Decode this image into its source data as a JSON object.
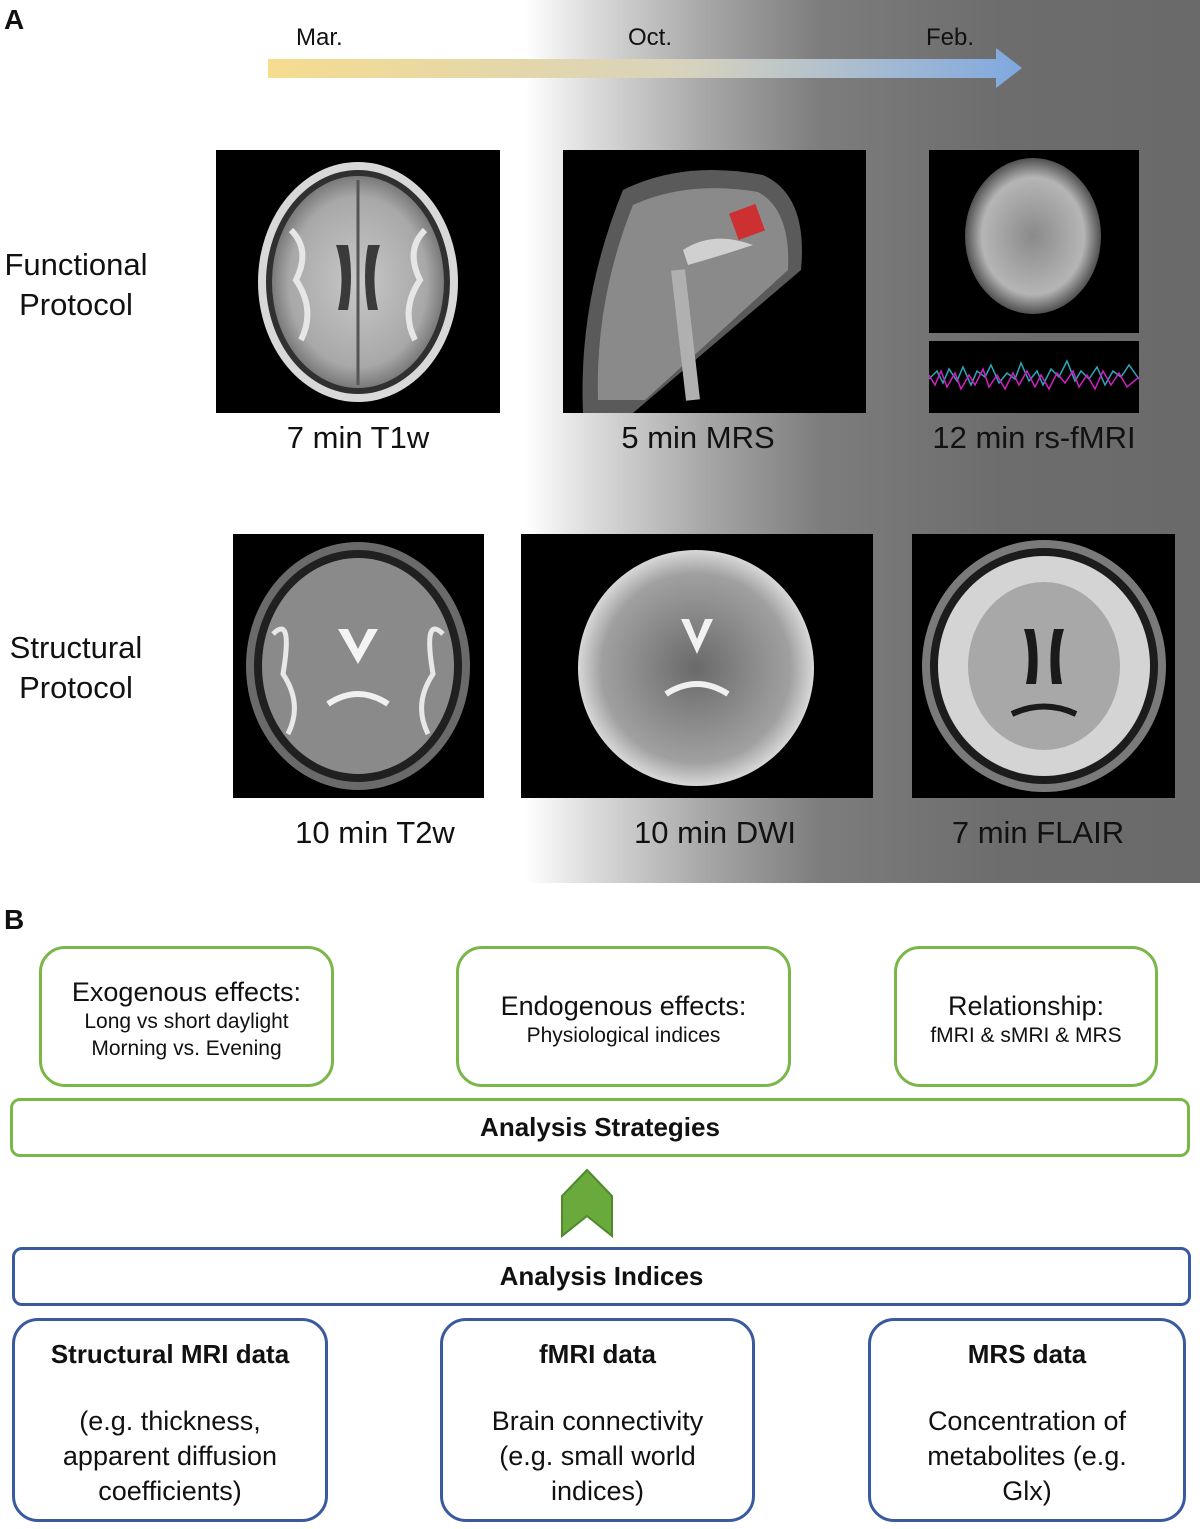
{
  "panel_a": {
    "letter": "A",
    "timeline": {
      "months": [
        "Mar.",
        "Oct.",
        "Feb."
      ]
    },
    "rows": [
      {
        "label_line1": "Functional",
        "label_line2": "Protocol"
      },
      {
        "label_line1": "Structural",
        "label_line2": "Protocol"
      }
    ],
    "scans": {
      "t1w": "7 min T1w",
      "mrs": "5 min MRS",
      "rsfmri": "12 min rs-fMRI",
      "t2w": "10 min T2w",
      "dwi": "10 min DWI",
      "flair": "7 min FLAIR"
    }
  },
  "panel_b": {
    "letter": "B",
    "strategies": [
      {
        "title": "Exogenous effects:",
        "line1": "Long vs short daylight",
        "line2": "Morning vs. Evening"
      },
      {
        "title": "Endogenous effects:",
        "line1": "Physiological indices",
        "line2": ""
      },
      {
        "title": "Relationship:",
        "line1": "fMRI & sMRI & MRS",
        "line2": ""
      }
    ],
    "strategies_bar": "Analysis Strategies",
    "indices_bar": "Analysis Indices",
    "indices": [
      {
        "title": "Structural MRI data",
        "lines": [
          "(e.g. thickness,",
          "apparent diffusion",
          "coefficients)"
        ]
      },
      {
        "title": "fMRI data",
        "lines": [
          "Brain connectivity",
          "(e.g. small world",
          "indices)"
        ]
      },
      {
        "title": "MRS data",
        "lines": [
          "Concentration of",
          "metabolites (e.g.",
          "Glx)"
        ]
      }
    ],
    "colors": {
      "strategy_border": "#7ab648",
      "index_border": "#3a5aa0",
      "arrow": "#6aaa3c"
    }
  }
}
